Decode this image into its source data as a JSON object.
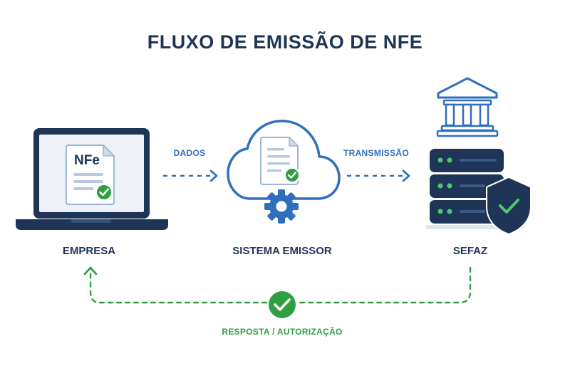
{
  "title": "FLUXO DE EMISSÃO DE NFE",
  "nodes": {
    "empresa": {
      "label": "EMPRESA",
      "doc_label": "NFe"
    },
    "sistema": {
      "label": "SISTEMA EMISSOR"
    },
    "sefaz": {
      "label": "SEFAZ"
    }
  },
  "edges": {
    "dados": "DADOS",
    "transmissao": "TRANSMISSÃO",
    "resposta": "RESPOSTA / AUTORIZAÇÃO"
  },
  "colors": {
    "navy": "#1f3557",
    "blue": "#2f6fbe",
    "green": "#2ea043",
    "screen": "#eef2f8"
  },
  "icons": [
    "laptop-icon",
    "document-icon",
    "cloud-icon",
    "gear-icon",
    "bank-icon",
    "server-icon",
    "shield-icon",
    "checkmark-icon"
  ]
}
